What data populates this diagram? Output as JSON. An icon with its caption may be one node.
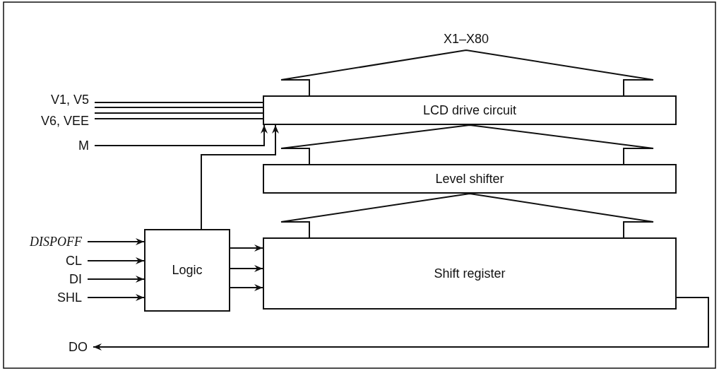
{
  "diagram": {
    "nodes": [
      {
        "text": [
          "X1–X80"
        ]
      },
      {
        "text": [
          "V1, V5"
        ]
      },
      {
        "text": [
          "V6, VEE"
        ]
      },
      {
        "text": [
          "M"
        ]
      },
      {
        "text": [
          "LCD drive circuit"
        ]
      },
      {
        "text": [
          "Level shifter"
        ]
      },
      {
        "text": [
          "DISPOFF"
        ]
      },
      {
        "text": [
          "CL"
        ]
      },
      {
        "text": [
          "DI"
        ]
      },
      {
        "text": [
          "SHL"
        ]
      },
      {
        "text": [
          "Logic"
        ]
      },
      {
        "text": [
          "Shift register"
        ]
      },
      {
        "text": [
          "DO"
        ]
      }
    ],
    "edges": [
      {
        "from": 4,
        "to": 0,
        "arrow": "none"
      },
      {
        "from": 5,
        "to": 4,
        "arrow": "none"
      },
      {
        "from": 11,
        "to": 5,
        "arrow": "none"
      },
      {
        "from": 1,
        "to": 4,
        "arrow": "none"
      },
      {
        "from": 1,
        "to": 4,
        "arrow": "none"
      },
      {
        "from": 2,
        "to": 4,
        "arrow": "none"
      },
      {
        "from": 2,
        "to": 4,
        "arrow": "none"
      },
      {
        "from": 3,
        "to": 4,
        "arrow": "to"
      },
      {
        "from": 10,
        "to": 4,
        "arrow": "to"
      },
      {
        "from": 6,
        "to": 10,
        "arrow": "to"
      },
      {
        "from": 7,
        "to": 10,
        "arrow": "to"
      },
      {
        "from": 8,
        "to": 10,
        "arrow": "to"
      },
      {
        "from": 9,
        "to": 10,
        "arrow": "to"
      },
      {
        "from": 10,
        "to": 11,
        "arrow": "to"
      },
      {
        "from": 10,
        "to": 11,
        "arrow": "to"
      },
      {
        "from": 10,
        "to": 11,
        "arrow": "to"
      },
      {
        "from": 11,
        "to": 12,
        "arrow": "to"
      }
    ]
  }
}
